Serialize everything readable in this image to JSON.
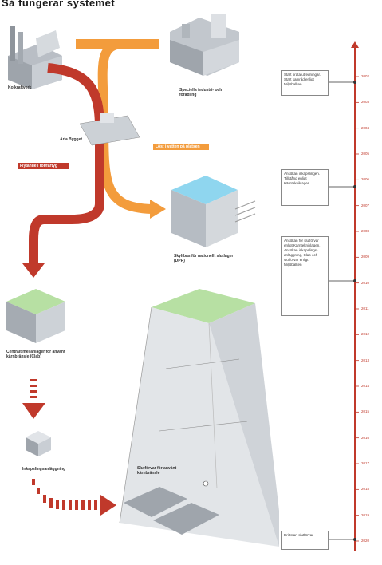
{
  "title": "Så fungerar systemet",
  "labels": {
    "kraftverk": "Kolkraftverk",
    "industri": "Speciella industri- och förädling",
    "fartyg": "Arla Bygget",
    "callout_red": "Flytande i rör/fartyg",
    "callout_orange": "Löst i vatten på platsen",
    "lager_yta": "Skyltbas för nationellt slutlager (DPR)",
    "lager_land": "Centralt mellanlager för använt kärnbränsle (Clab)",
    "inkaps": "Inkapslingsanläggning",
    "slutforvar": "Slutförvar för använt kärnbränsle"
  },
  "timeline": {
    "boxes": [
      "Start prata utredningar. Start samråd enligt Miljöbalken",
      "Ansökan inkapslingen. Tillstånd enligt Kärntekniklagen",
      "Ansökan för slutförvar enligt Kärntekniklagen. Ansökan inkapslings-anläggning, Clab och slutförvar enligt Miljöbalken",
      "Driftstart slutförvar"
    ],
    "years": [
      "2002",
      "2003",
      "2004",
      "2005",
      "2006",
      "2007",
      "2008",
      "2009",
      "2010",
      "2011",
      "2012",
      "2013",
      "2014",
      "2015",
      "2016",
      "2017",
      "2018",
      "2019",
      "2020"
    ]
  },
  "colors": {
    "red": "#c0392b",
    "orange": "#f39c3c",
    "grey": "#c8ccd1",
    "green": "#9ccc7e",
    "blue": "#8fd6ef"
  }
}
